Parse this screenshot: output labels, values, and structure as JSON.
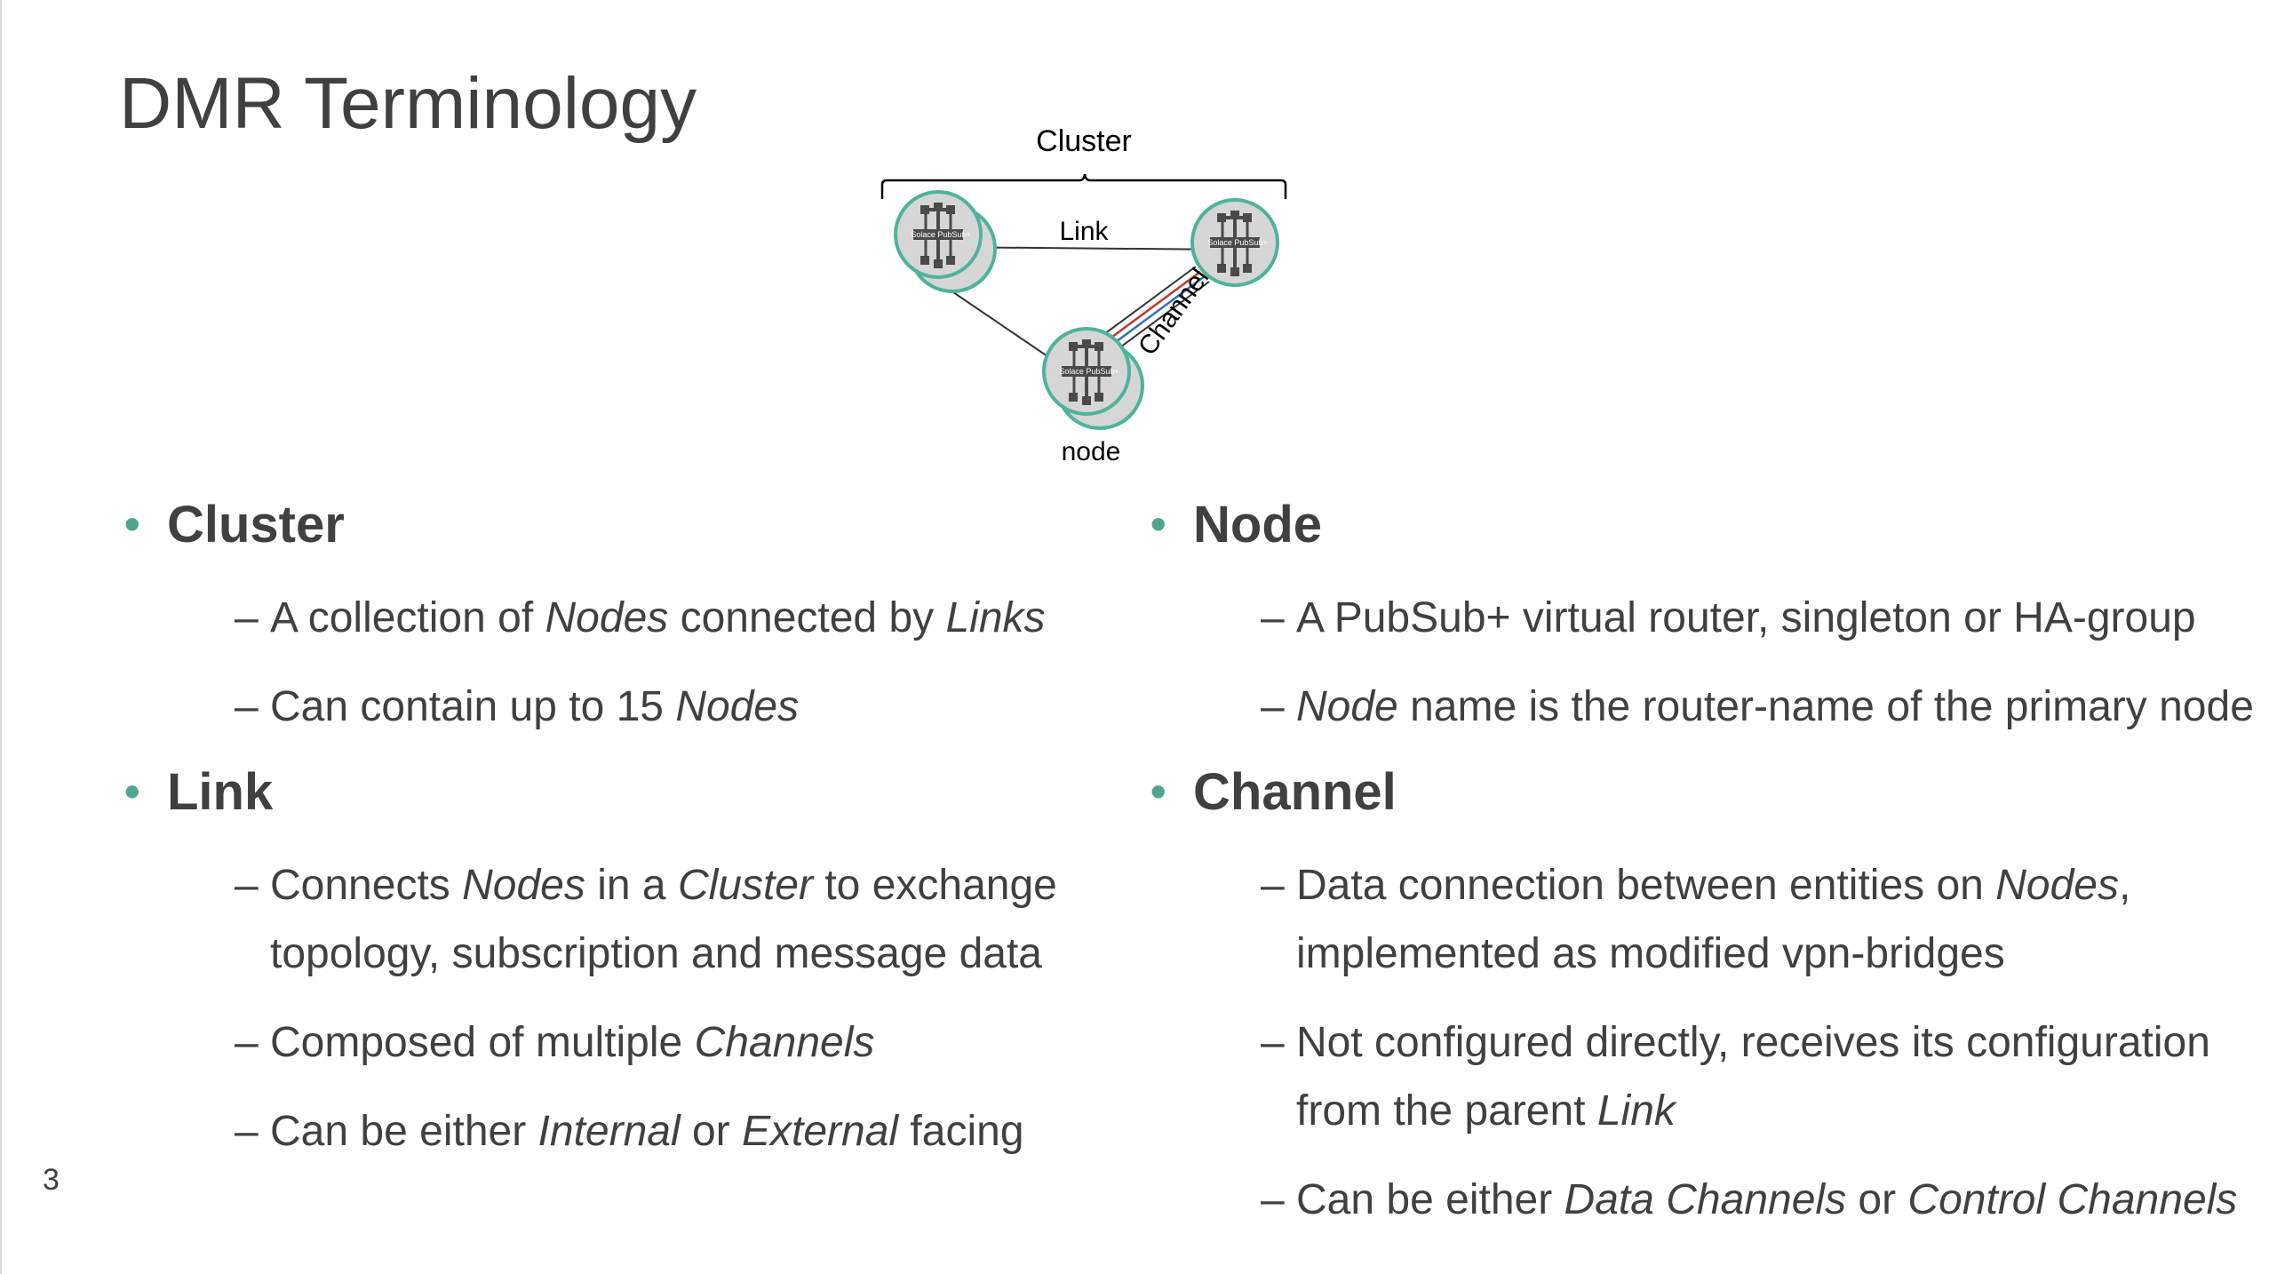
{
  "slide": {
    "title": "DMR Terminology",
    "number": "3"
  },
  "diagram": {
    "cluster_label": "Cluster",
    "link_label": "Link",
    "channels_label": "Channels",
    "node_label": "node",
    "router_brand": "Solace PubSub+",
    "colors": {
      "node_ring": "#4fb39b",
      "node_fill": "#d6d6d6",
      "router_dark": "#4a4a4a",
      "channel_red": "#c0392b",
      "channel_blue": "#2e6fb5"
    }
  },
  "bullet_color": "#4fa58e",
  "left_column": {
    "cluster": {
      "heading": "Cluster",
      "item1": {
        "a": "A collection of ",
        "b": "Nodes",
        "c": " connected by ",
        "d": "Links"
      },
      "item2": {
        "a": "Can contain up to 15 ",
        "b": "Nodes"
      }
    },
    "link": {
      "heading": "Link",
      "item1": {
        "a": "Connects ",
        "b": "Nodes",
        "c": " in a ",
        "d": "Cluster",
        "e": " to exchange",
        "line2": "topology, subscription and message data"
      },
      "item2": {
        "a": "Composed of multiple ",
        "b": "Channels"
      },
      "item3": {
        "a": "Can be either ",
        "b": "Internal",
        "c": " or ",
        "d": "External",
        "e": " facing"
      }
    }
  },
  "right_column": {
    "node": {
      "heading": "Node",
      "item1": {
        "a": "A PubSub+ virtual router, singleton or HA-group"
      },
      "item2": {
        "a": "Node",
        "b": " name is the router-name of the primary node"
      }
    },
    "channel": {
      "heading": "Channel",
      "item1": {
        "a": "Data connection between entities on ",
        "b": "Nodes",
        "c": ",",
        "line2": "implemented as modified vpn-bridges"
      },
      "item2": {
        "a": "Not configured directly, receives its configuration",
        "line2a": "from the parent ",
        "line2b": "Link"
      },
      "item3": {
        "a": "Can be either ",
        "b": "Data Channels",
        "c": " or ",
        "d": "Control Channels"
      }
    }
  },
  "dash": "–",
  "bullet": "•"
}
